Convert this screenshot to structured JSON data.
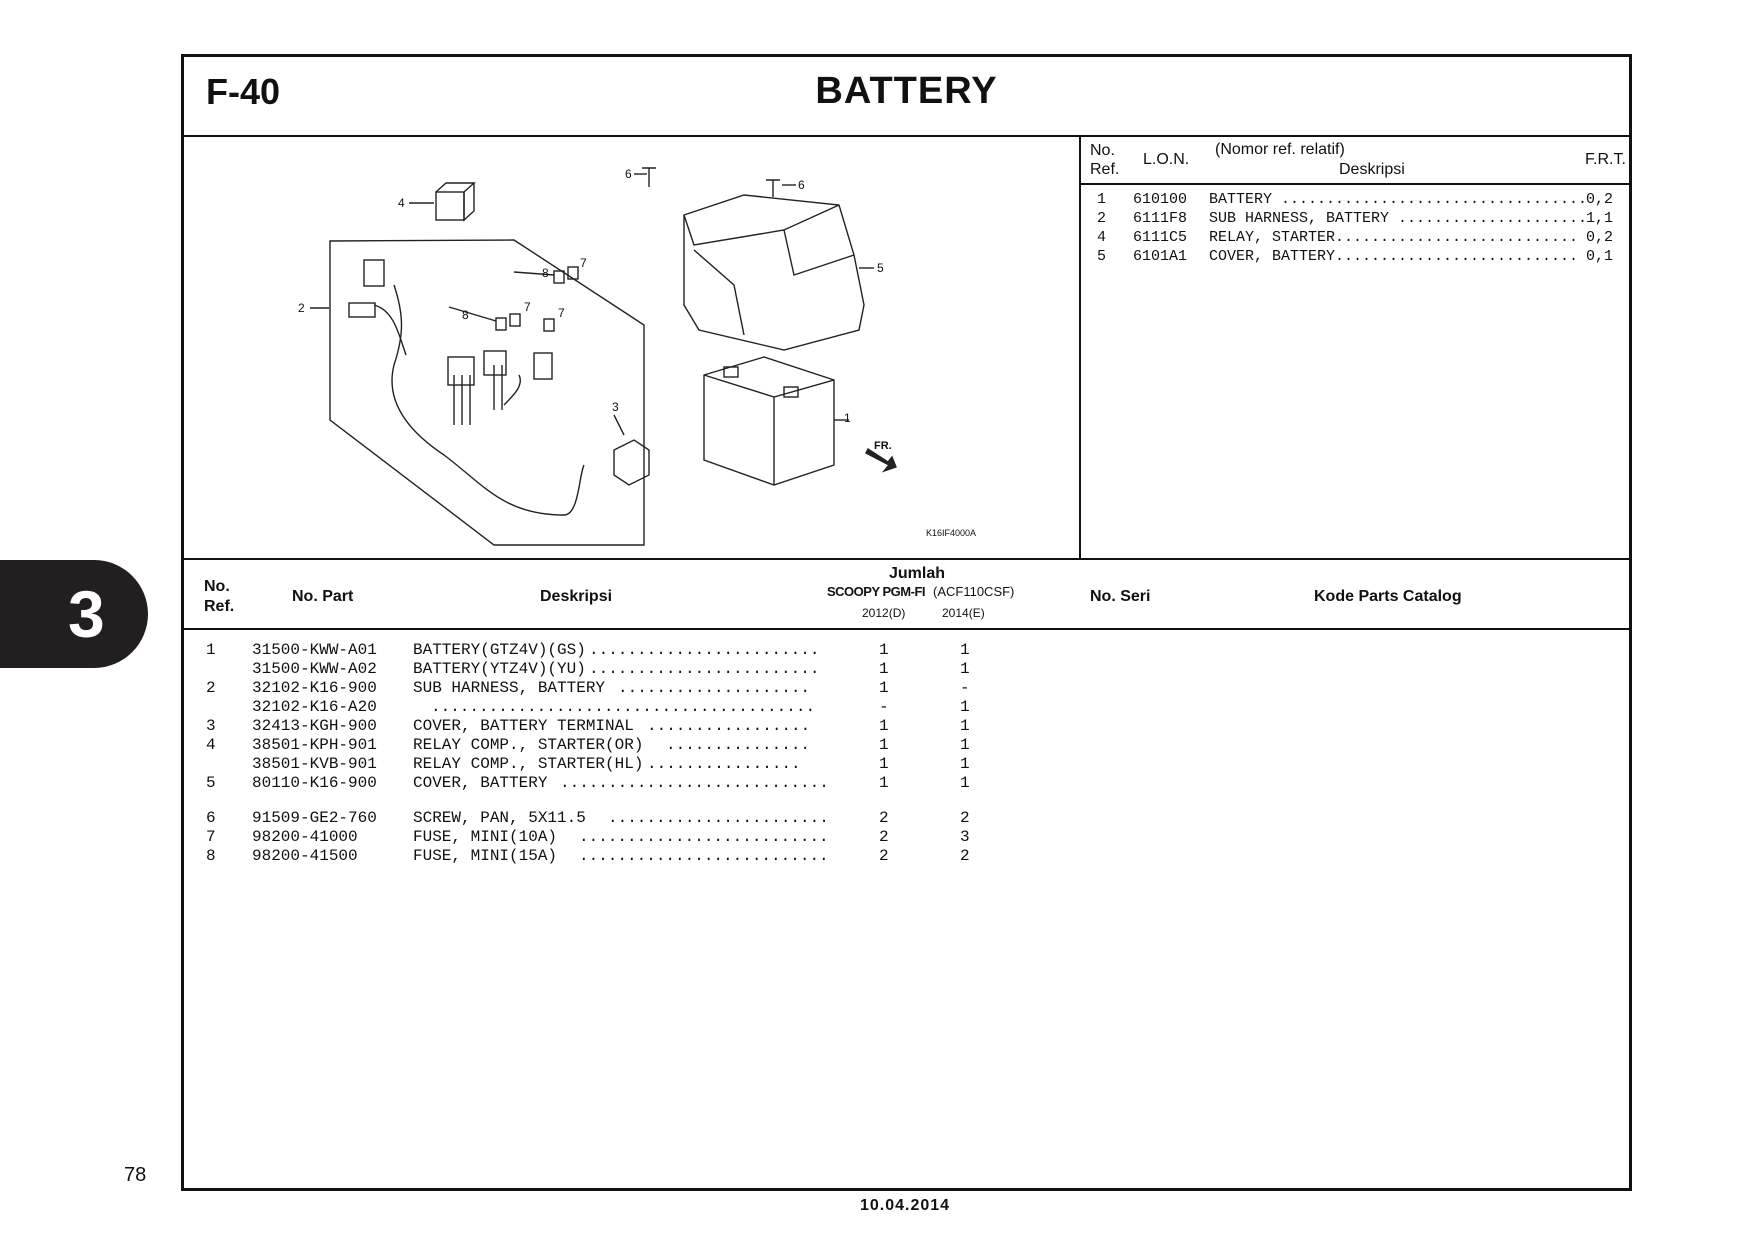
{
  "page": {
    "code": "F-40",
    "title": "BATTERY",
    "section_tab": "3",
    "page_number": "78",
    "date": "10.04.2014"
  },
  "diagram": {
    "code": "K16IF4000A",
    "fr_label": "FR.",
    "callouts": [
      "1",
      "2",
      "3",
      "4",
      "5",
      "6",
      "6",
      "7",
      "7",
      "7",
      "8",
      "8"
    ]
  },
  "frt_table": {
    "header": {
      "no": "No.",
      "ref": "Ref.",
      "lon": "L.O.N.",
      "nomor": "(Nomor ref. relatif)",
      "desc": "Deskripsi",
      "frt": "F.R.T."
    },
    "rows": [
      {
        "ref": "1",
        "lon": "610100",
        "desc": "BATTERY",
        "dots": "..................................",
        "frt": "0,2"
      },
      {
        "ref": "2",
        "lon": "6111F8",
        "desc": "SUB HARNESS, BATTERY",
        "dots": ".....................",
        "frt": "1,1"
      },
      {
        "ref": "4",
        "lon": "6111C5",
        "desc": "RELAY, STARTER",
        "dots": "...........................",
        "frt": "0,2"
      },
      {
        "ref": "5",
        "lon": "6101A1",
        "desc": "COVER, BATTERY",
        "dots": "...........................",
        "frt": "0,1"
      }
    ]
  },
  "parts_table": {
    "header": {
      "no": "No.",
      "ref": "Ref.",
      "part": "No. Part",
      "desc": "Deskripsi",
      "jumlah": "Jumlah",
      "model": "SCOOPY PGM-FI",
      "model_code": "(ACF110CSF)",
      "y1": "2012(D)",
      "y2": "2014(E)",
      "seri": "No. Seri",
      "catalog": "Kode Parts Catalog"
    },
    "rows": [
      {
        "ref": "1",
        "part": "31500-KWW-A01",
        "desc": "BATTERY(GTZ4V)(GS)",
        "dots": "........................",
        "q1": "1",
        "q2": "1"
      },
      {
        "ref": "",
        "part": "31500-KWW-A02",
        "desc": "BATTERY(YTZ4V)(YU)",
        "dots": "........................",
        "q1": "1",
        "q2": "1"
      },
      {
        "ref": "2",
        "part": "32102-K16-900",
        "desc": "SUB HARNESS, BATTERY",
        "dots": "....................",
        "q1": "1",
        "q2": "-"
      },
      {
        "ref": "",
        "part": "32102-K16-A20",
        "desc": "",
        "dots": "........................................",
        "q1": "-",
        "q2": "1"
      },
      {
        "ref": "3",
        "part": "32413-KGH-900",
        "desc": "COVER, BATTERY TERMINAL",
        "dots": ".................",
        "q1": "1",
        "q2": "1"
      },
      {
        "ref": "4",
        "part": "38501-KPH-901",
        "desc": "RELAY COMP., STARTER(OR)",
        "dots": "...............",
        "q1": "1",
        "q2": "1"
      },
      {
        "ref": "",
        "part": "38501-KVB-901",
        "desc": "RELAY COMP., STARTER(HL)",
        "dots": "................",
        "q1": "1",
        "q2": "1"
      },
      {
        "ref": "5",
        "part": "80110-K16-900",
        "desc": "COVER, BATTERY",
        "dots": "............................",
        "q1": "1",
        "q2": "1"
      },
      {
        "ref": "6",
        "part": "91509-GE2-760",
        "desc": "SCREW, PAN, 5X11.5",
        "dots": ".......................",
        "q1": "2",
        "q2": "2"
      },
      {
        "ref": "7",
        "part": "98200-41000",
        "desc": "FUSE, MINI(10A)",
        "dots": "..........................",
        "q1": "2",
        "q2": "3"
      },
      {
        "ref": "8",
        "part": "98200-41500",
        "desc": "FUSE, MINI(15A)",
        "dots": "..........................",
        "q1": "2",
        "q2": "2"
      }
    ]
  }
}
